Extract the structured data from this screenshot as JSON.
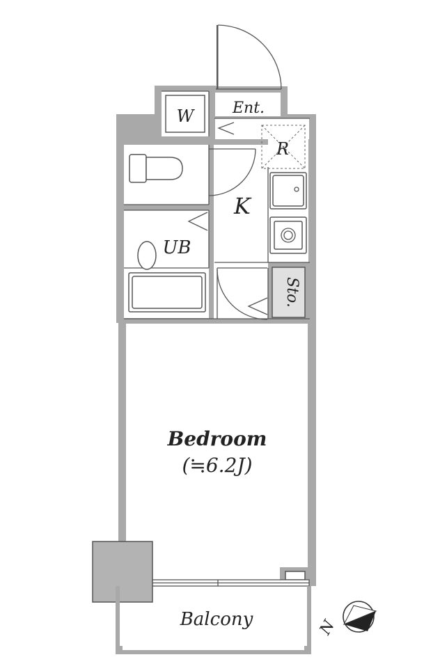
{
  "labels": {
    "entrance": "Ent.",
    "washer": "W",
    "refrigerator": "R",
    "kitchen": "K",
    "bath": "UB",
    "storage": "Sto.",
    "bedroom": "Bedroom",
    "bedroom_size": "(≒6.2J)",
    "balcony": "Balcony",
    "compass_letter": "N"
  },
  "icons": [
    "door-swing-icon",
    "toilet-icon",
    "sink-icon",
    "stove-icon",
    "bathtub-icon",
    "compass-icon"
  ],
  "colors": {
    "wall": "#a9a9a9",
    "storage_fill": "#e0e0e0",
    "outdoor_unit": "#b3b3b3",
    "line": "#555555"
  }
}
